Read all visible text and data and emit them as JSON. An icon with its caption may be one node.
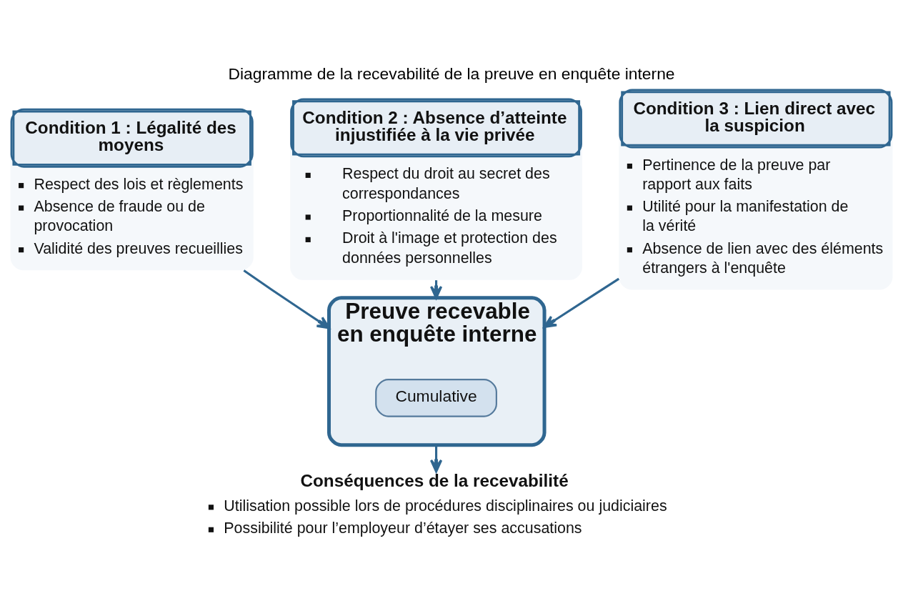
{
  "diagram": {
    "title": "Diagramme de la recevabilité de la preuve en enquête interne",
    "nodes": [
      {
        "text": [
          "Condition 1 : Légalité des moyens",
          "Respect des lois et règlements",
          "Absence de fraude ou de provocation",
          "Validité des preuves recueillies"
        ]
      },
      {
        "text": [
          "Condition 2 : Absence d’atteinte injustifiée à la vie privée",
          "Respect du droit au secret des correspondances",
          "Proportionnalité de la mesure",
          "Droit à l'image et protection des données personnelles"
        ]
      },
      {
        "text": [
          "Condition 3 : Lien direct avec la suspicion",
          "Pertinence de la preuve par rapport aux faits",
          "Utilité pour la manifestation de la vérité",
          "Absence de lien avec des éléments étrangers à l'enquête"
        ]
      },
      {
        "text": [
          "Preuve recevable en enquête interne"
        ]
      },
      {
        "text": [
          "Cumulative"
        ],
        "in": 3
      },
      {
        "text": [
          "Conséquences de la recevabilité",
          "Utilisation possible lors de procédures disciplinaires ou judiciaires",
          "Possibilité pour l’employeur d’étayer ses accusations"
        ]
      }
    ],
    "edges": [
      {
        "from": 0,
        "to": 3,
        "arrow": "to"
      },
      {
        "from": 1,
        "to": 3,
        "arrow": "to"
      },
      {
        "from": 2,
        "to": 3,
        "arrow": "to"
      },
      {
        "from": 3,
        "to": 5,
        "arrow": "to"
      }
    ]
  }
}
